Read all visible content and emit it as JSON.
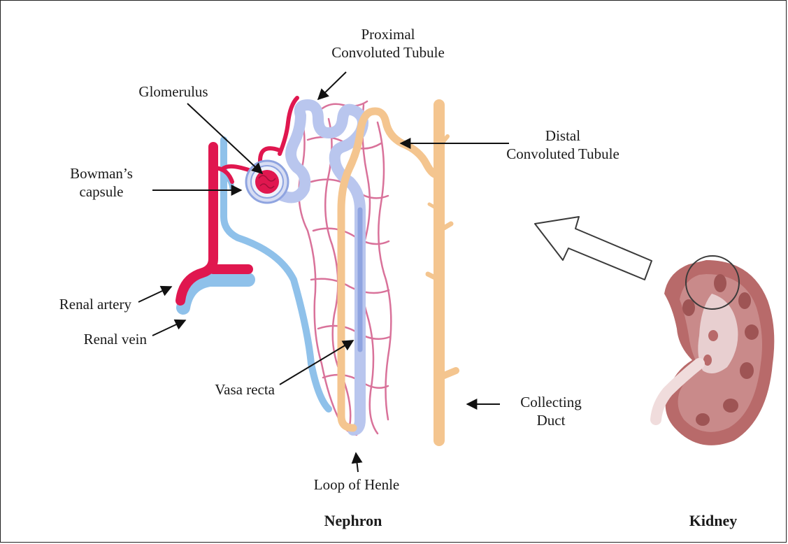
{
  "labels": {
    "proximal_line1": "Proximal",
    "proximal_line2": "Convoluted Tubule",
    "glomerulus": "Glomerulus",
    "distal_line1": "Distal",
    "distal_line2": "Convoluted Tubule",
    "bowman_line1": "Bowman’s",
    "bowman_line2": "capsule",
    "renal_artery": "Renal artery",
    "renal_vein": "Renal vein",
    "vasa_recta": "Vasa recta",
    "collecting_line1": "Collecting",
    "collecting_line2": "Duct",
    "loop_of_henle": "Loop of Henle"
  },
  "captions": {
    "nephron": "Nephron",
    "kidney": "Kidney"
  },
  "colors": {
    "artery": "#e0174f",
    "vein": "#8fc1ea",
    "tubule": "#b9c6ee",
    "capillary": "#d9729a",
    "collecting_duct": "#f4c58f",
    "kidney_tissue": "#b86a6a",
    "kidney_inner": "#e8cfd0",
    "arrow": "#111111"
  }
}
